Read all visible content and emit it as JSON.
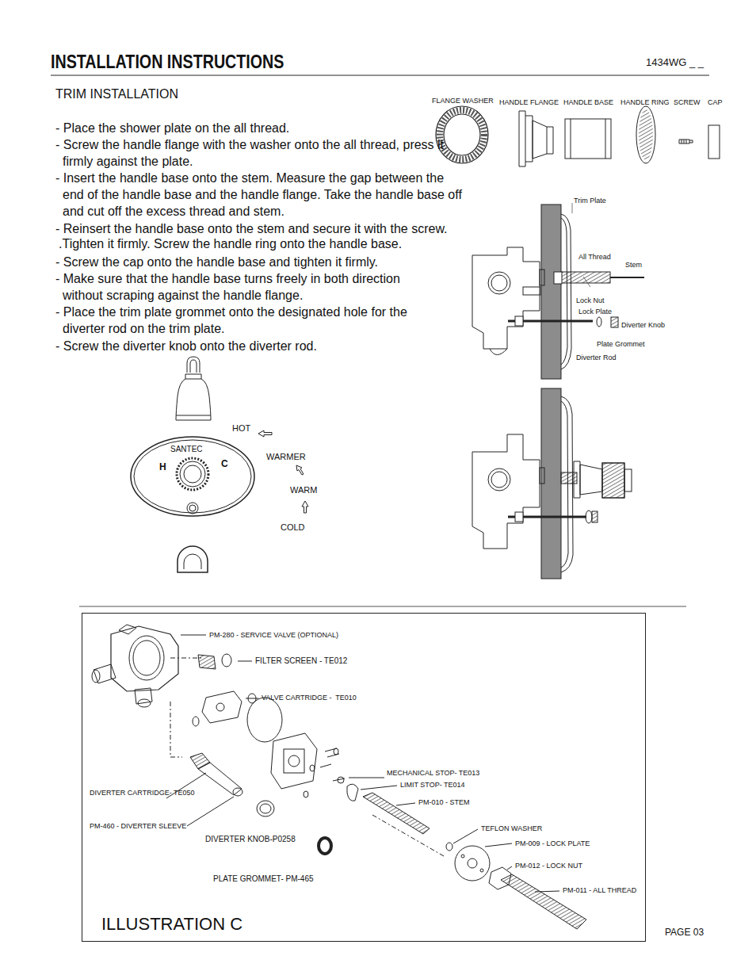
{
  "diagram": {
    "title": "INSTALLATION INSTRUCTIONS",
    "nodes": [
      {
        "text": [
          "ILLUSTRATION C"
        ]
      }
    ],
    "labels": [
      "1434WG _ _",
      "TRIM INSTALLATION",
      "- Place the shower plate on the all thread.",
      "- Screw the handle flange with the washer onto the all thread, press it firmly against the plate.",
      "- Insert the handle base onto the stem. Measure the gap between the end of the handle base and the handle flange. Take the handle base off and cut off the excess thread and stem.",
      "- Reinsert the handle base onto the stem and secure it with the screw.",
      ".Tighten it firmly. Screw the handle ring onto the handle base.",
      "- Screw the cap onto the handle base and tighten it firmly.",
      "- Make sure that the handle base turns freely in both direction without scraping against the handle flange.",
      "- Place the trim plate grommet onto the designated hole for the diverter rod on the trim plate.",
      "- Screw the diverter knob onto the diverter rod.",
      "FLANGE WASHER",
      "HANDLE FLANGE",
      "HANDLE BASE",
      "HANDLE RING",
      "SCREW",
      "CAP",
      "Trim Plate",
      "All Thread",
      "Stem",
      "Lock Nut",
      "Lock Plate",
      "Diverter Knob",
      "Plate Grommet",
      "Diverter Rod",
      "HOT",
      "SANTEC",
      "H",
      "C",
      "WARMER",
      "WARM",
      "COLD",
      "PM-280 - SERVICE VALVE (OPTIONAL)",
      "FILTER SCREEN - TE012",
      "VALVE CARTRIDGE -  TE010",
      "MECHANICAL STOP- TE013",
      "LIMIT STOP- TE014",
      "PM-010 - STEM",
      "DIVERTER CARTRIDGE- TE050",
      "PM-460 - DIVERTER SLEEVE",
      "DIVERTER KNOB-P0258",
      "TEFLON WASHER",
      "PM-009 - LOCK PLATE",
      "PM-012 - LOCK NUT",
      "PM-011 - ALL THREAD",
      "PLATE GROMMET- PM-465",
      "PAGE 03"
    ]
  }
}
